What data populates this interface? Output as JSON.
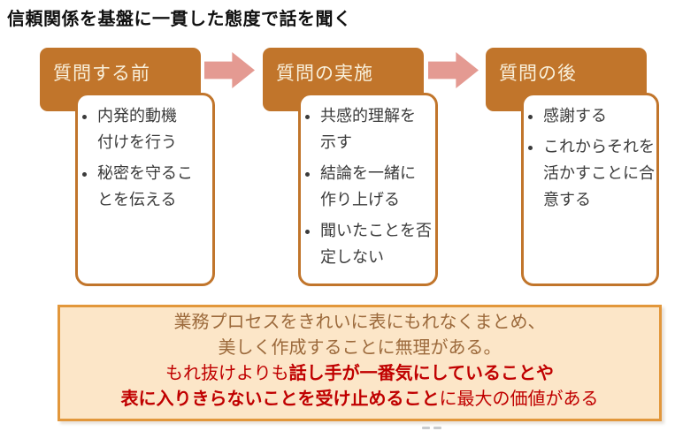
{
  "slide": {
    "title": "信頼関係を基盤に一貫した態度で話を聞く",
    "process": {
      "arrow_icon": "right-block-arrow",
      "steps": [
        {
          "header": "質問する前",
          "bullets": [
            "内発的動機\n付けを行う",
            "秘密を守るこ\nとを伝える"
          ]
        },
        {
          "header": "質問の実施",
          "bullets": [
            "共感的理解を\n示す",
            "結論を一緒に\n作り上げる",
            "聞いたことを否\n定しない"
          ]
        },
        {
          "header": "質問の後",
          "bullets": [
            "感謝する",
            "これからそれを\n活かすことに合\n意する"
          ]
        }
      ]
    },
    "callout": {
      "line1": "業務プロセスをきれいに表にもれなくまとめ、",
      "line2": "美しく作成することに無理がある。",
      "line3_normal": "もれ抜けよりも",
      "line3_bold": "話し手が一番気にしていることや",
      "line4_bold": "表に入りきらないことを受け止めること",
      "line4_normal": "に最大の価値がある"
    },
    "colors": {
      "header_bg": "#C1752B",
      "header_text": "#F9F0DB",
      "box_border": "#C1752B",
      "arrow": "#E49A92",
      "bullet_text": "#3B3B3B",
      "callout_bg": "#FCE6C8",
      "callout_border": "#E2973B",
      "callout_text_brown": "#9C6A3C",
      "callout_text_red": "#C00000"
    }
  }
}
